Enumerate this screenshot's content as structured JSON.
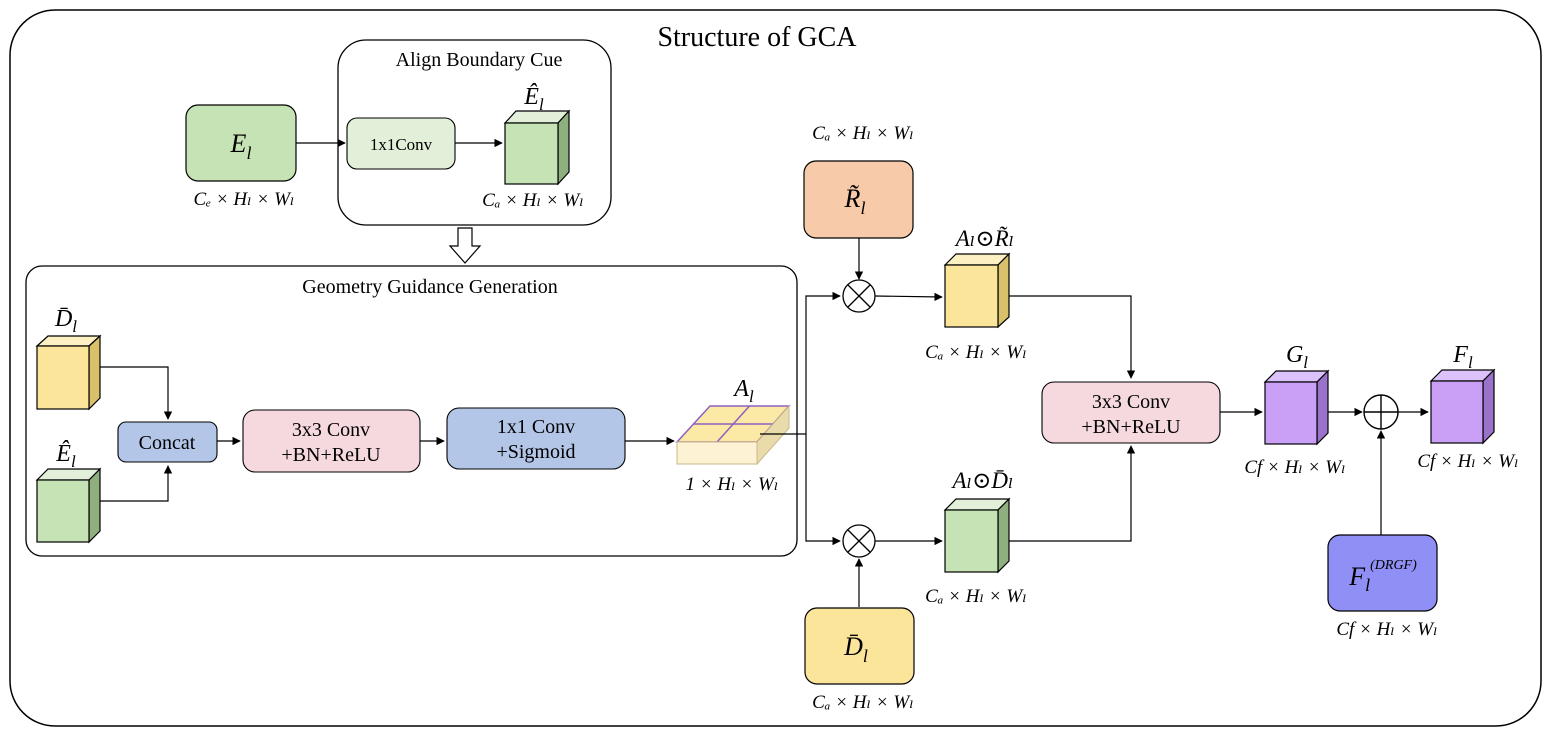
{
  "title": "Structure of GCA",
  "colors": {
    "green": "#c5e3b4",
    "green_dark": "#8fb07e",
    "green_light": "#e2f0da",
    "yellow": "#fbe59a",
    "yellow_dark": "#d9c06a",
    "peach": "#f7cba9",
    "pink": "#f6d9de",
    "blue": "#b4c6e7",
    "purple": "#c9a0f5",
    "purple_dark": "#9a72c9",
    "violet": "#8f8ff5",
    "border": "#000000"
  },
  "align_boundary": {
    "label": "Align Boundary Cue",
    "conv_label": "1x1Conv",
    "input_symbol": "E",
    "input_sub": "l",
    "input_dims": "Cₑ × Hₗ × Wₗ",
    "output_symbol": "Ê",
    "output_sub": "l",
    "output_dims": "Cₐ × Hₗ × Wₗ"
  },
  "ggg": {
    "label": "Geometry Guidance Generation",
    "d_symbol": "D̄",
    "d_sub": "l",
    "e_symbol": "Ê",
    "e_sub": "l",
    "concat_label": "Concat",
    "conv3_line1": "3x3 Conv",
    "conv3_line2": "+BN+ReLU",
    "conv1_line1": "1x1 Conv",
    "conv1_line2": "+Sigmoid",
    "a_symbol": "A",
    "a_sub": "l",
    "a_dims": "1 × Hₗ × Wₗ"
  },
  "right": {
    "r_symbol": "R̃",
    "r_sub": "l",
    "r_dims": "Cₐ × Hₗ × Wₗ",
    "ar_label": "Aₗ⊙R̃ₗ",
    "ar_dims": "Cₐ × Hₗ × Wₗ",
    "ad_label": "Aₗ⊙D̄ₗ",
    "ad_dims": "Cₐ × Hₗ × Wₗ",
    "d_symbol": "D̄",
    "d_sub": "l",
    "d_dims": "Cₐ × Hₗ × Wₗ",
    "conv_line1": "3x3 Conv",
    "conv_line2": "+BN+ReLU",
    "g_symbol": "G",
    "g_sub": "l",
    "g_dims": "Cf × Hₗ × Wₗ",
    "f_symbol": "F",
    "f_sub": "l",
    "f_dims": "Cf × Hₗ × Wₗ",
    "drgf_symbol": "F",
    "drgf_sub": "l",
    "drgf_sup": "(DRGF)",
    "drgf_dims": "Cf × Hₗ × Wₗ"
  }
}
